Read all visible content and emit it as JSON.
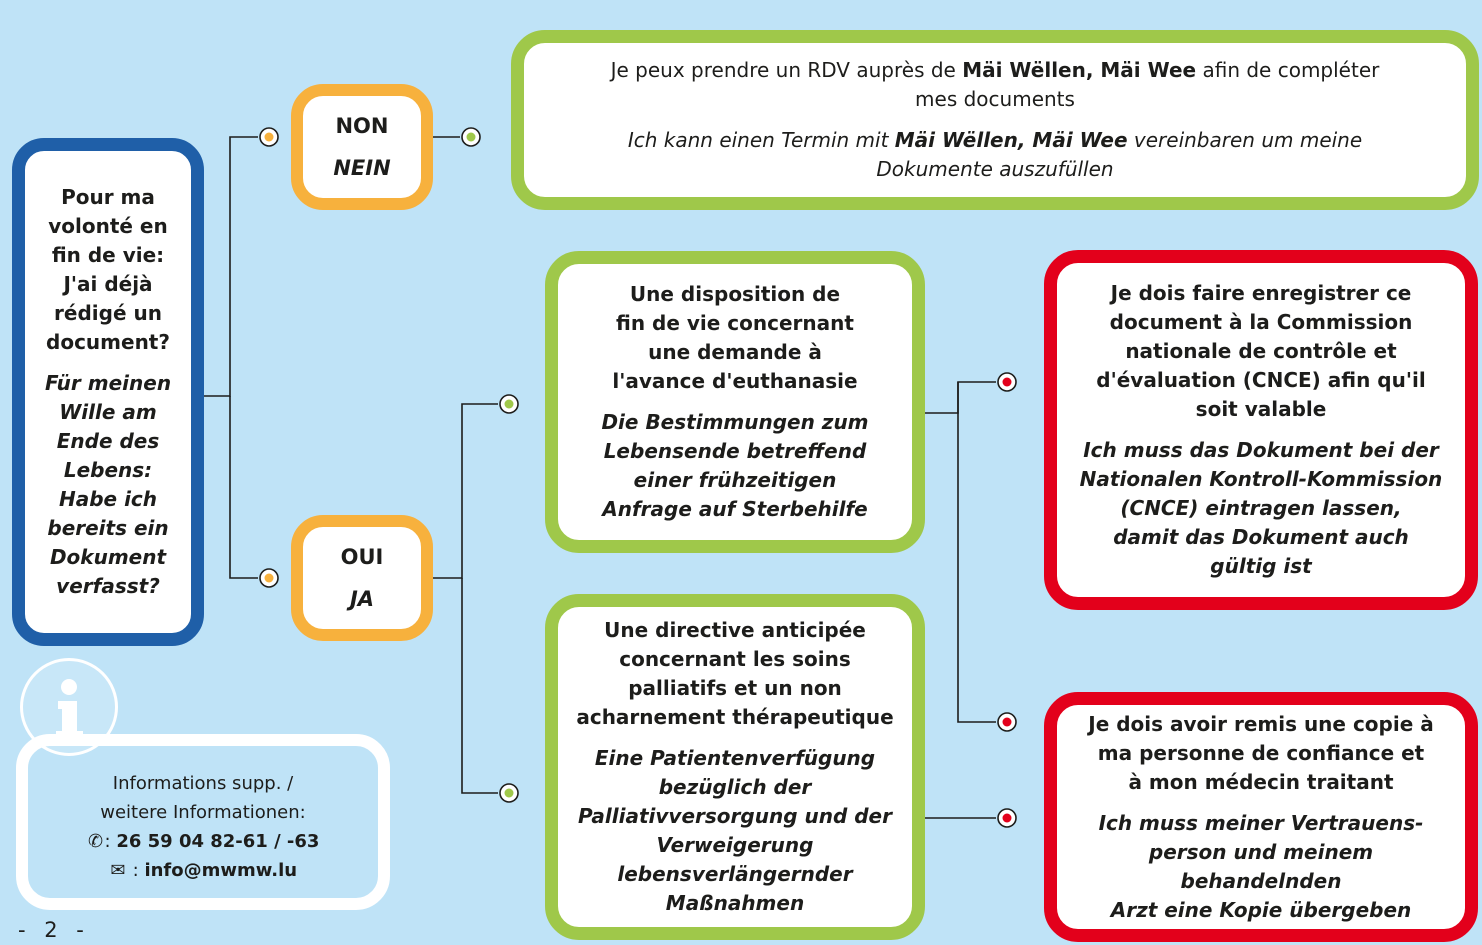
{
  "question": {
    "fr": [
      "Pour ma",
      "volonté en",
      "fin de vie:",
      "J'ai déjà",
      "rédigé un",
      "document?"
    ],
    "de": [
      "Für meinen",
      "Wille am",
      "Ende des",
      "Lebens:",
      "Habe ich",
      "bereits ein",
      "Dokument",
      "verfasst?"
    ]
  },
  "no": {
    "fr": "NON",
    "de": "NEIN"
  },
  "yes": {
    "fr": "OUI",
    "de": "JA"
  },
  "no_result": {
    "fr_prefix": "Je peux prendre un RDV auprès de ",
    "fr_brand": "Mäi Wëllen, Mäi Wee",
    "fr_suffix": " afin de compléter",
    "fr_line2": "mes documents",
    "de_prefix": "Ich kann einen Termin mit ",
    "de_brand": "Mäi Wëllen, Mäi Wee",
    "de_suffix": " vereinbaren um meine",
    "de_line2": "Dokumente auszufüllen"
  },
  "euthanasia": {
    "fr": [
      "Une disposition de",
      "fin de vie concernant",
      "une demande à",
      "l'avance d'euthanasie"
    ],
    "de": [
      "Die Bestimmungen zum",
      "Lebensende betreffend",
      "einer frühzeitigen",
      "Anfrage auf Sterbehilfe"
    ]
  },
  "directive": {
    "fr": [
      "Une directive anticipée",
      "concernant les soins",
      "palliatifs et un non",
      "acharnement thérapeutique"
    ],
    "de": [
      "Eine Patientenverfügung",
      "bezüglich der",
      "Palliativversorgung und der",
      "Verweigerung",
      "lebensverlängernder",
      "Maßnahmen"
    ]
  },
  "register": {
    "fr": [
      "Je dois faire enregistrer ce",
      "document à la Commission",
      "nationale de contrôle et",
      "d'évaluation (CNCE) afin qu'il",
      "soit valable"
    ],
    "de": [
      "Ich muss das Dokument bei der",
      "Nationalen Kontroll-Kommission",
      "(CNCE) eintragen lassen,",
      "damit das Dokument auch",
      "gültig ist"
    ]
  },
  "copy": {
    "fr": [
      "Je dois avoir remis une copie à",
      "ma personne de confiance et",
      "à mon médecin traitant"
    ],
    "de": [
      "Ich muss meiner Vertrauens-",
      "person und meinem behandelnden",
      "Arzt eine Kopie übergeben"
    ]
  },
  "info": {
    "title1": "Informations supp. /",
    "title2": "weitere Informationen:",
    "phone": "26 59 04 82-61 / -63",
    "email": "info@mwmw.lu",
    "phone_icon": "phone-icon",
    "mail_icon": "mail-icon"
  },
  "page_number": "- 2 -",
  "colors": {
    "background": "#bfe3f7",
    "question_border": "#1f5fa8",
    "answer_border": "#f7b13d",
    "green_border": "#9fc84a",
    "red_border": "#e3001b"
  }
}
